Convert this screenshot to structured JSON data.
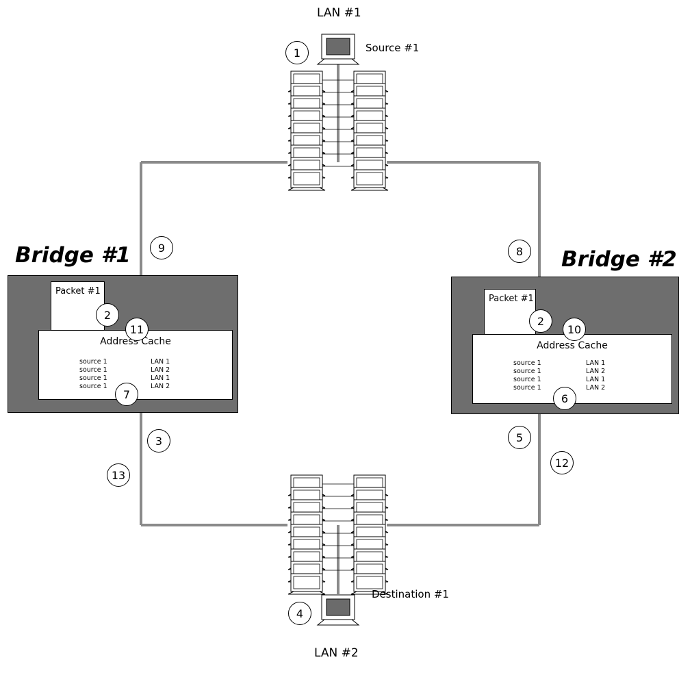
{
  "lan1_label": "LAN #1",
  "lan2_label": "LAN #2",
  "source_label": "Source  #1",
  "destination_label": "Destination #1",
  "bridge1": {
    "title": "Bridge #1",
    "packet_label": "Packet  #1",
    "cache_title": "Address Cache",
    "entries": [
      {
        "source": "source 1",
        "lan": "LAN 1"
      },
      {
        "source": "source 1",
        "lan": "LAN 2"
      },
      {
        "source": "source 1",
        "lan": "LAN 1"
      },
      {
        "source": "source 1",
        "lan": "LAN 2"
      }
    ]
  },
  "bridge2": {
    "title": "Bridge #2",
    "packet_label": "Packet  #1",
    "cache_title": "Address Cache",
    "entries": [
      {
        "source": "source 1",
        "lan": "LAN 1"
      },
      {
        "source": "source 1",
        "lan": "LAN 2"
      },
      {
        "source": "source 1",
        "lan": "LAN 1"
      },
      {
        "source": "source 1",
        "lan": "LAN 2"
      }
    ]
  },
  "steps": {
    "s1": "1",
    "s2a": "2",
    "s2b": "2",
    "s3": "3",
    "s4": "4",
    "s5": "5",
    "s6": "6",
    "s7": "7",
    "s8": "8",
    "s9": "9",
    "s10": "10",
    "s11": "11",
    "s12": "12",
    "s13": "13"
  },
  "colors": {
    "wire": "#8a8a8a",
    "bridge_fill": "#6e6e6e",
    "monitor_screen": "#6b6b6b"
  }
}
